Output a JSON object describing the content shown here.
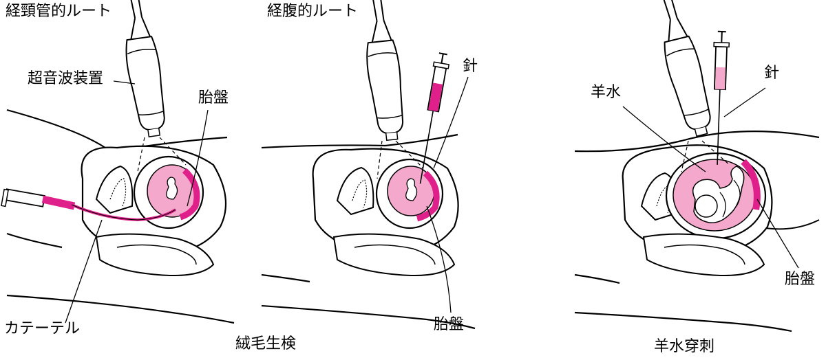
{
  "labels": {
    "transcervical_route": "経頸管的ルート",
    "transabdominal_route": "経腹的ルート",
    "ultrasound_probe": "超音波装置",
    "placenta_1": "胎盤",
    "placenta_2": "胎盤",
    "placenta_3": "胎盤",
    "needle_1": "針",
    "needle_2": "針",
    "amniotic_fluid": "羊水",
    "catheter": "カテーテル"
  },
  "captions": {
    "cvs": "絨毛生検",
    "amniocentesis": "羊水穿刺"
  },
  "colors": {
    "accent": "#e0208a",
    "light_pink": "#f4a9cc",
    "line": "#000000",
    "background": "#ffffff"
  }
}
